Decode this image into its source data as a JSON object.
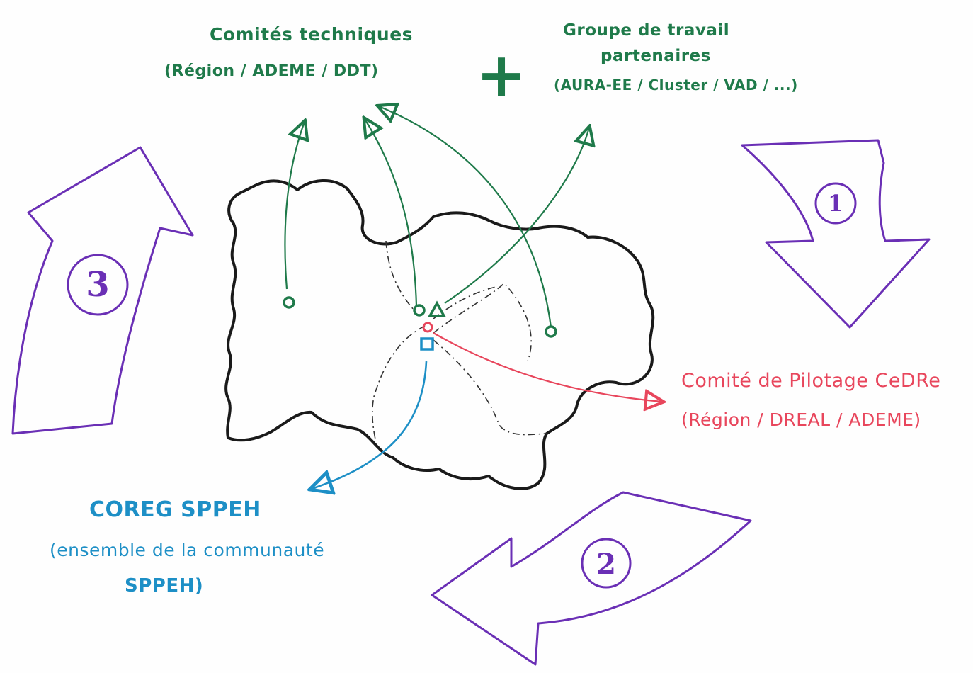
{
  "labels": {
    "comites_title": "Comités techniques",
    "comites_sub": "(Région / ADEME / DDT)",
    "plus": "+",
    "groupe_line1": "Groupe de travail",
    "groupe_line2": "partenaires",
    "groupe_sub": "(AURA-EE / Cluster / VAD / ...)",
    "pilotage_title": "Comité de Pilotage CeDRe",
    "pilotage_sub": "(Région / DREAL / ADEME)",
    "coreg_title": "COREG SPPEH",
    "coreg_line2": "(ensemble de la communauté",
    "coreg_line3": "SPPEH)"
  },
  "steps": [
    "1",
    "2",
    "3"
  ],
  "colors": {
    "green": "#1f7a4a",
    "red": "#e8465c",
    "blue": "#1d8fc6",
    "purple": "#6a2fb5",
    "map_outline": "#1a1a1a"
  }
}
